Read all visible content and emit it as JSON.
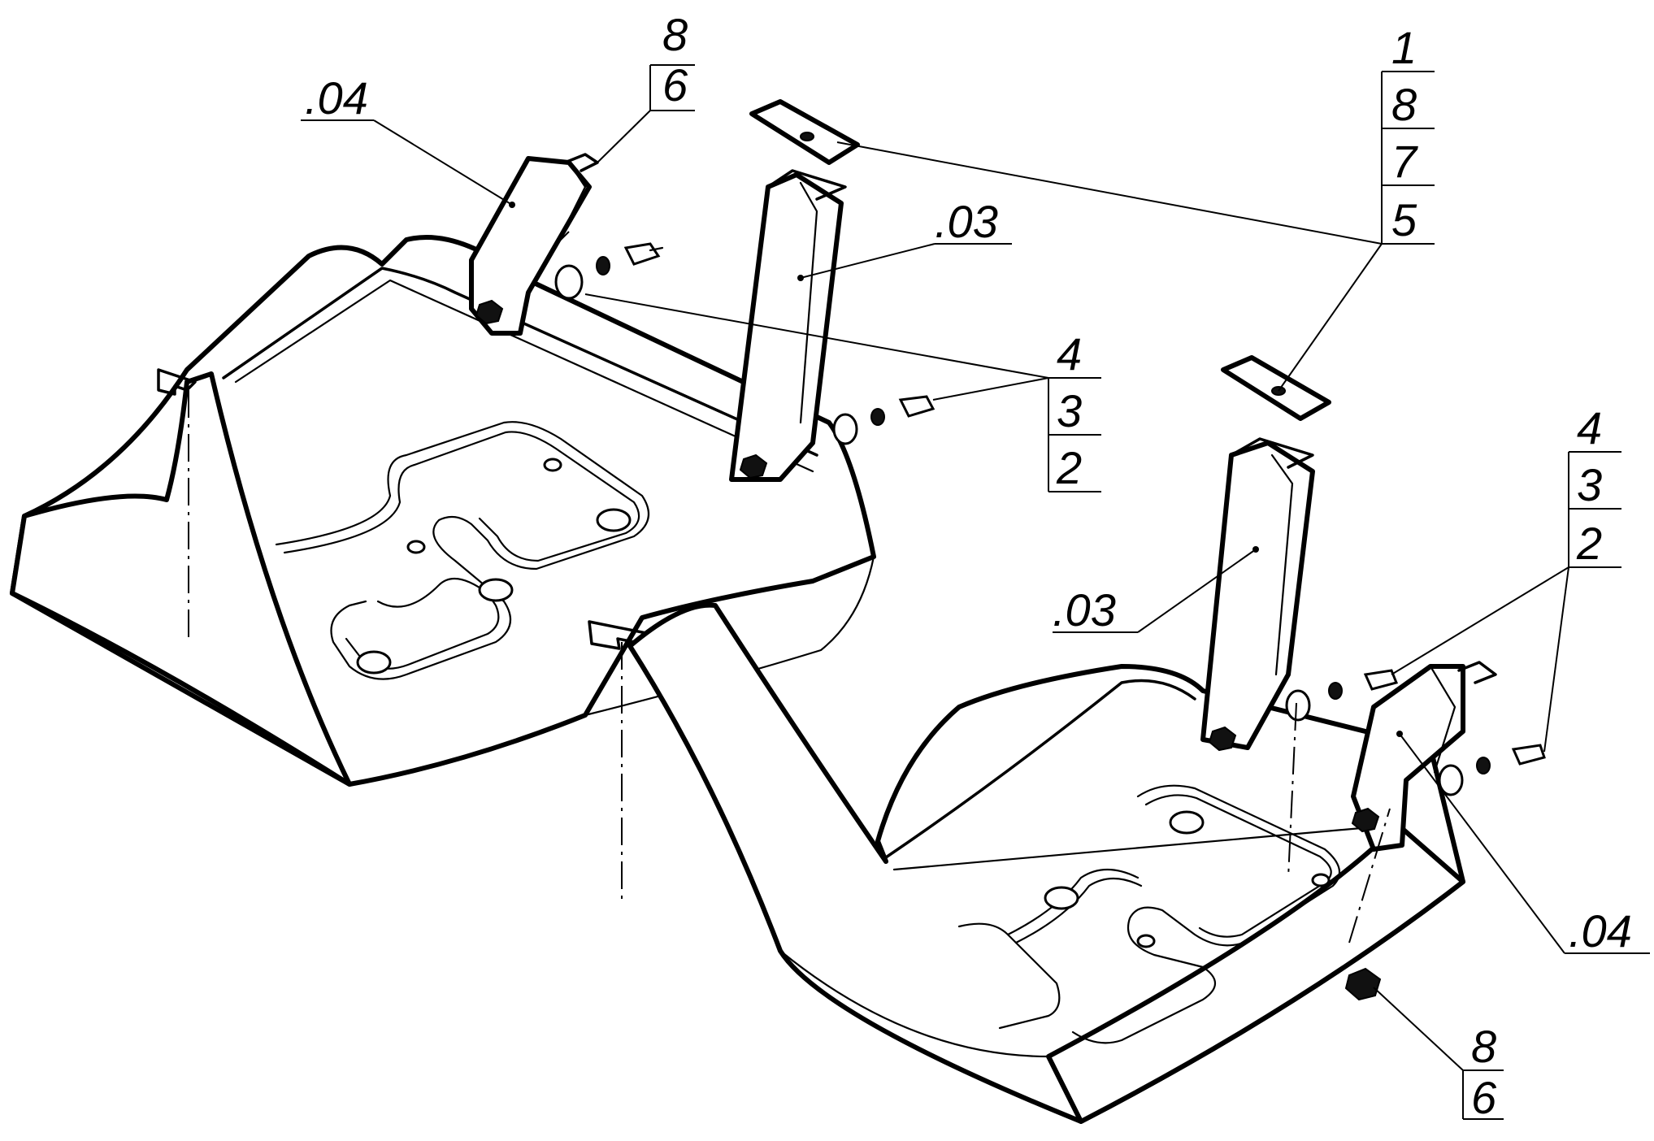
{
  "drawing": {
    "callouts": {
      "left_bracket_label": ".04",
      "left_nut_stack": [
        "8",
        "6"
      ],
      "left_strap_label": ".03",
      "left_bolt_stack": [
        "4",
        "3",
        "2"
      ],
      "top_right_stack": [
        "1",
        "8",
        "7",
        "5"
      ],
      "right_strap_label": ".03",
      "right_bolt_stack": [
        "4",
        "3",
        "2"
      ],
      "right_bracket_label": ".04",
      "bottom_nut_stack": [
        "8",
        "6"
      ]
    }
  }
}
